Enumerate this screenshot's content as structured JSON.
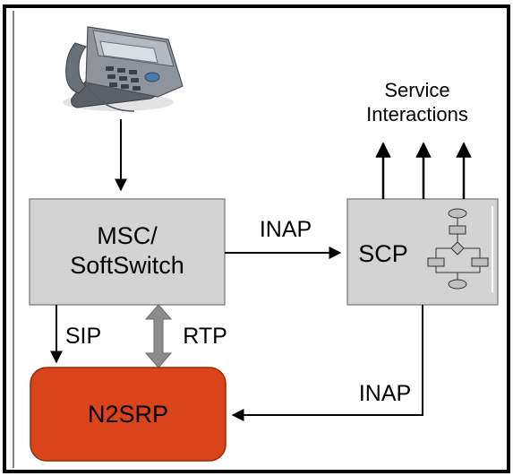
{
  "diagram": {
    "nodes": {
      "msc": {
        "line1": "MSC/",
        "line2": "SoftSwitch"
      },
      "scp": {
        "label": "SCP"
      },
      "n2srp": {
        "label": "N2SRP"
      }
    },
    "service": {
      "line1": "Service",
      "line2": "Interactions"
    },
    "edges": {
      "inap_top": "INAP",
      "inap_bottom": "INAP",
      "sip": "SIP",
      "rtp": "RTP"
    },
    "colors": {
      "box_fill": "#d3d3d3",
      "box_stroke": "#8a8a8a",
      "n2srp_fill": "#d9441a",
      "n2srp_stroke": "#9a2a08",
      "rtp_arrow": "#8c8c8c",
      "frame": "#000000"
    }
  }
}
